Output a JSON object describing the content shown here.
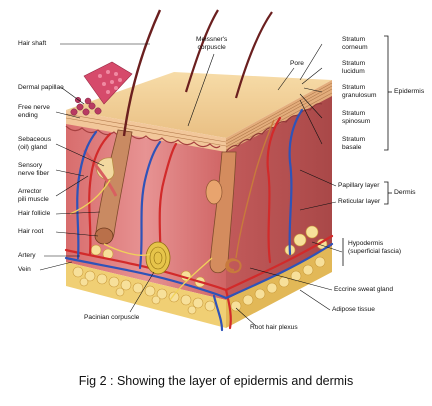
{
  "labels": {
    "hair_shaft": "Hair shaft",
    "dermal_papillae": "Dermal papillae",
    "free_nerve_ending": [
      "Free nerve",
      "ending"
    ],
    "sebaceous_gland": [
      "Sebaceous",
      "(oil) gland"
    ],
    "sensory_nerve_fiber": [
      "Sensory",
      "nerve fiber"
    ],
    "arrector_pili": [
      "Arrector",
      "pili muscle"
    ],
    "hair_follicle": "Hair follicle",
    "hair_root": "Hair root",
    "artery": "Artery",
    "vein": "Vein",
    "meissners_corpuscle": [
      "Meissner's",
      "corpuscle"
    ],
    "pore": "Pore",
    "stratum_corneum": [
      "Stratum",
      "corneum"
    ],
    "stratum_lucidum": [
      "Stratum",
      "lucidum"
    ],
    "stratum_granulosum": [
      "Stratum",
      "granulosum"
    ],
    "stratum_spinosum": [
      "Stratum",
      "spinosum"
    ],
    "stratum_basale": [
      "Stratum",
      "basale"
    ],
    "papillary_layer": "Papillary layer",
    "reticular_layer": "Reticular layer",
    "hypodermis": [
      "Hypodermis",
      "(superficial fascia)"
    ],
    "eccrine_sweat_gland": "Eccrine sweat gland",
    "adipose_tissue": "Adipose tissue",
    "pacinian_corpuscle": "Pacinian corpuscle",
    "root_hair_plexus": "Root hair plexus"
  },
  "groups": {
    "epidermis": "Epidermis",
    "dermis": "Dermis"
  },
  "caption": "Fig 2 : Showing the layer of epidermis and dermis"
}
